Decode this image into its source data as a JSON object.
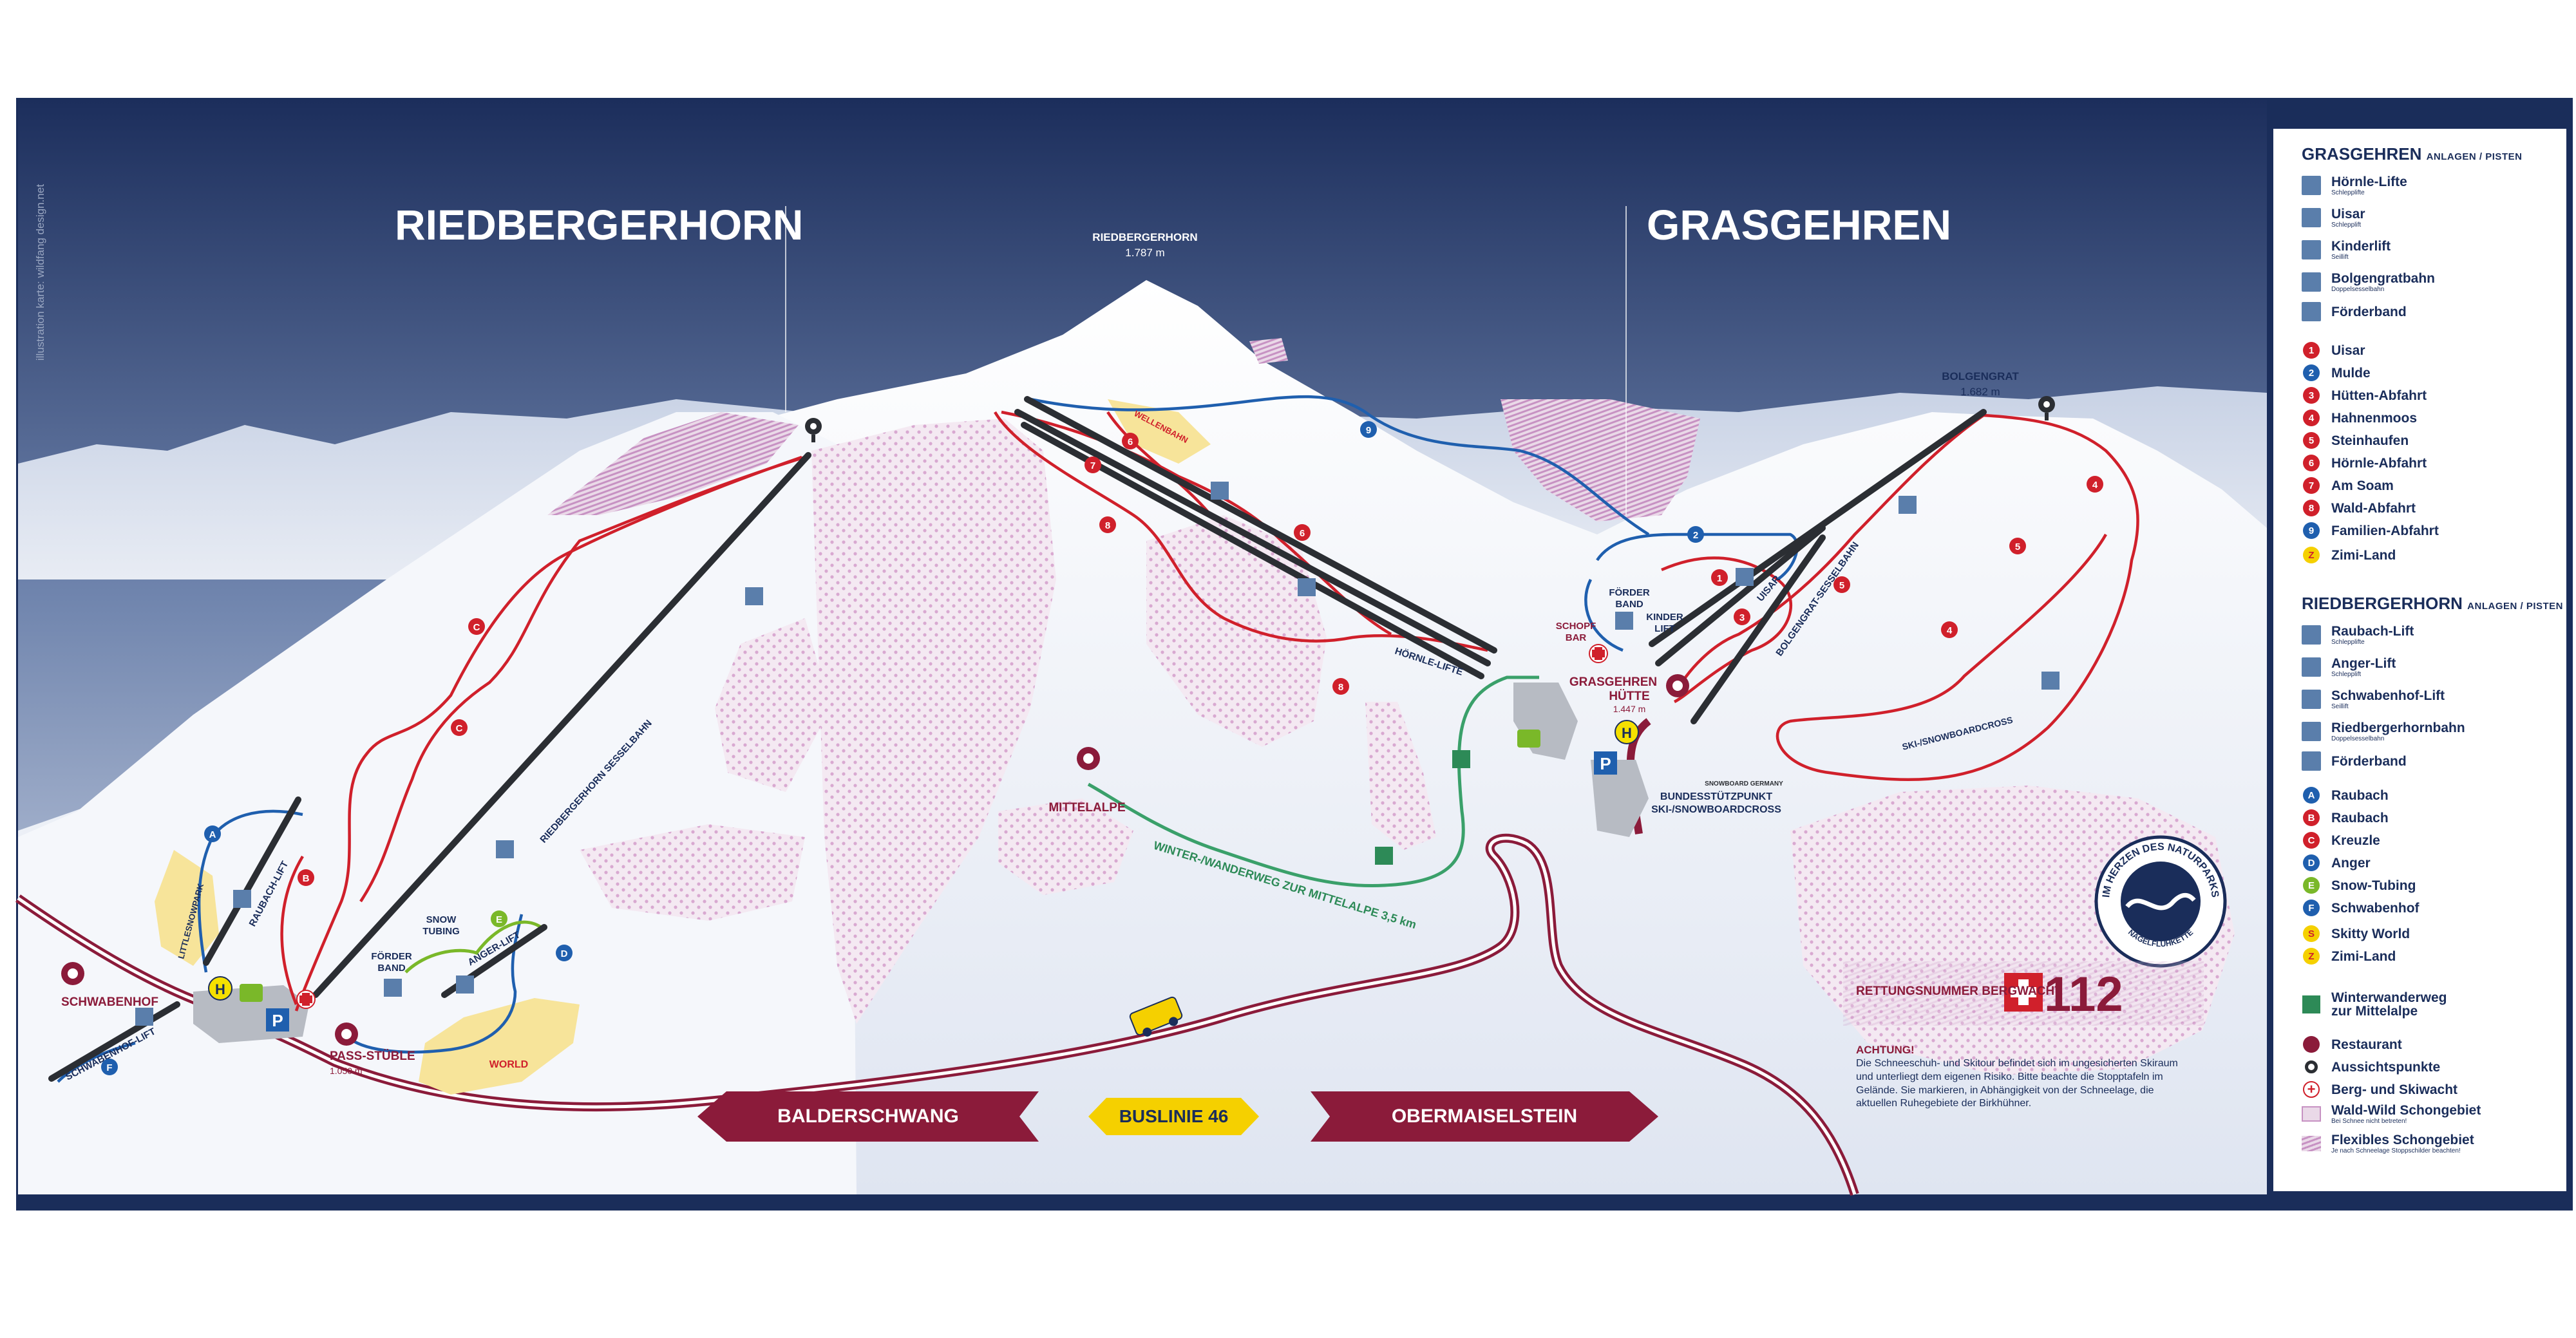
{
  "credit": "illustration karte: wildfang design.net",
  "areas": {
    "left_title": "RIEDBERGERHORN",
    "right_title": "GRASGEHREN"
  },
  "peaks": {
    "riedbergerhorn_name": "RIEDBERGERHORN",
    "riedbergerhorn_alt": "1.787 m",
    "bolgengrat_name": "BOLGENGRAT",
    "bolgengrat_alt": "1.682 m"
  },
  "places": {
    "mittelalpe": "MITTELALPE",
    "schwabenhof": "SCHWABENHOF",
    "pass_stueble": "PASS-STÜBLE",
    "pass_alt": "1.050 m",
    "grasgehren_huette_1": "GRASGEHREN",
    "grasgehren_huette_2": "HÜTTE",
    "grasgehren_alt": "1.447 m",
    "schopf_bar_1": "SCHOPF",
    "schopf_bar_2": "BAR",
    "foerder_band_1": "FÖRDER",
    "foerder_band_2": "BAND",
    "kinder_lift_1": "KINDER",
    "kinder_lift_2": "LIFT",
    "snow_tubing_1": "SNOW",
    "snow_tubing_2": "TUBING",
    "foerder_band_left_1": "FÖRDER",
    "foerder_band_left_2": "BAND",
    "bundesstuetzpunkt_1": "BUNDESSTÜTZPUNKT",
    "bundesstuetzpunkt_2": "SKI-/SNOWBOARDCROSS",
    "snowboard_germany": "SNOWBOARD GERMANY",
    "skitty_world": "WORLD"
  },
  "lift_labels": {
    "riedbergerhorn_sesselbahn": "RIEDBERGERHORN SESSELBAHN",
    "hoernle_lifte": "HÖRNLE-LIFTE",
    "raubach_lift": "RAUBACH-LIFT",
    "anger_lift": "ANGER-LIFT",
    "schwabenhof_lift": "SCHWABENHOF-LIFT",
    "uisar": "UISAR",
    "bolgengrat_sesselbahn": "BOLGENGRAT-SESSELBAHN",
    "wellenbahn": "WELLENBAHN",
    "littlesnowpark": "LITTLESNOWPARK",
    "ski_snowboardcross": "SKI-/SNOWBOARDCROSS"
  },
  "winter_trail": "WINTER-/WANDERWEG ZUR MITTELALPE  3,5 km",
  "directions": {
    "left": "BALDERSCHWANG",
    "center": "BUSLINIE 46",
    "right": "OBERMAISELSTEIN"
  },
  "naturpark_badge": {
    "line1": "IM HERZEN DES NATURPARKS",
    "line2": "NAGELFLUHKETTE"
  },
  "rescue": {
    "label": "RETTUNGSNUMMER BERGWACHT",
    "number": "112"
  },
  "warning": {
    "title": "ACHTUNG!",
    "text": "Die Schneeschuh- und Skitour befindet sich im ungesicherten Skiraum und unterliegt dem eigenen Risiko. Bitte beachte die Stopptafeln im Gelände. Sie markieren, in Abhängigkeit von der Schneelage, die aktuellen Ruhegebiete der Birkhühner."
  },
  "legend": {
    "grasgehren_title": "GRASGEHREN",
    "grasgehren_subtitle": "ANLAGEN / PISTEN",
    "grasgehren_lifts": [
      {
        "name": "Hörnle-Lifte",
        "sub": "Schlepplifte"
      },
      {
        "name": "Uisar",
        "sub": "Schlepplift"
      },
      {
        "name": "Kinderlift",
        "sub": "Seillift"
      },
      {
        "name": "Bolgengratbahn",
        "sub": "Doppelsesselbahn"
      },
      {
        "name": "Förderband",
        "sub": ""
      }
    ],
    "grasgehren_pistes": [
      {
        "num": "1",
        "name": "Uisar",
        "color": "#d0202b"
      },
      {
        "num": "2",
        "name": "Mulde",
        "color": "#1f5fae"
      },
      {
        "num": "3",
        "name": "Hütten-Abfahrt",
        "color": "#d0202b"
      },
      {
        "num": "4",
        "name": "Hahnenmoos",
        "color": "#d0202b"
      },
      {
        "num": "5",
        "name": "Steinhaufen",
        "color": "#d0202b"
      },
      {
        "num": "6",
        "name": "Hörnle-Abfahrt",
        "color": "#d0202b"
      },
      {
        "num": "7",
        "name": "Am Soam",
        "color": "#d0202b"
      },
      {
        "num": "8",
        "name": "Wald-Abfahrt",
        "color": "#d0202b"
      },
      {
        "num": "9",
        "name": "Familien-Abfahrt",
        "color": "#1f5fae"
      }
    ],
    "grasgehren_zimi": "Zimi-Land",
    "riedbergerhorn_title": "RIEDBERGERHORN",
    "riedbergerhorn_subtitle": "ANLAGEN / PISTEN",
    "riedbergerhorn_lifts": [
      {
        "name": "Raubach-Lift",
        "sub": "Schlepplifte"
      },
      {
        "name": "Anger-Lift",
        "sub": "Schlepplift"
      },
      {
        "name": "Schwabenhof-Lift",
        "sub": "Seillift"
      },
      {
        "name": "Riedbergerhornbahn",
        "sub": "Doppelsesselbahn"
      },
      {
        "name": "Förderband",
        "sub": ""
      }
    ],
    "riedbergerhorn_pistes": [
      {
        "num": "A",
        "name": "Raubach",
        "color": "#1f5fae"
      },
      {
        "num": "B",
        "name": "Raubach",
        "color": "#d0202b"
      },
      {
        "num": "C",
        "name": "Kreuzle",
        "color": "#d0202b"
      },
      {
        "num": "D",
        "name": "Anger",
        "color": "#1f5fae"
      },
      {
        "num": "E",
        "name": "Snow-Tubing",
        "color": "#7ab829"
      },
      {
        "num": "F",
        "name": "Schwabenhof",
        "color": "#1f5fae"
      }
    ],
    "skitty_world": "Skitty World",
    "zimi_land": "Zimi-Land",
    "other": [
      {
        "name": "Winterwanderweg",
        "name2": "zur Mittelalpe",
        "icon": "hiker-icon"
      },
      {
        "name": "Restaurant",
        "icon": "restaurant-icon"
      },
      {
        "name": "Aussichtspunkte",
        "icon": "viewpoint-icon"
      },
      {
        "name": "Berg- und Skiwacht",
        "icon": "red-cross-icon"
      },
      {
        "name": "Wald-Wild Schongebiet",
        "sub": "Bei Schnee nicht betreten!",
        "icon": "wildlife-zone-icon"
      },
      {
        "name": "Flexibles Schongebiet",
        "sub": "Je nach Schneelage Stoppschilder beachten!",
        "icon": "flexible-zone-icon"
      }
    ]
  },
  "colors": {
    "navy": "#1a2d5a",
    "piste_red": "#d0202b",
    "piste_blue": "#1f5fae",
    "maroon": "#8b1b3a",
    "lift_blue": "#5a7eab",
    "trail_green": "#3aa06a"
  }
}
